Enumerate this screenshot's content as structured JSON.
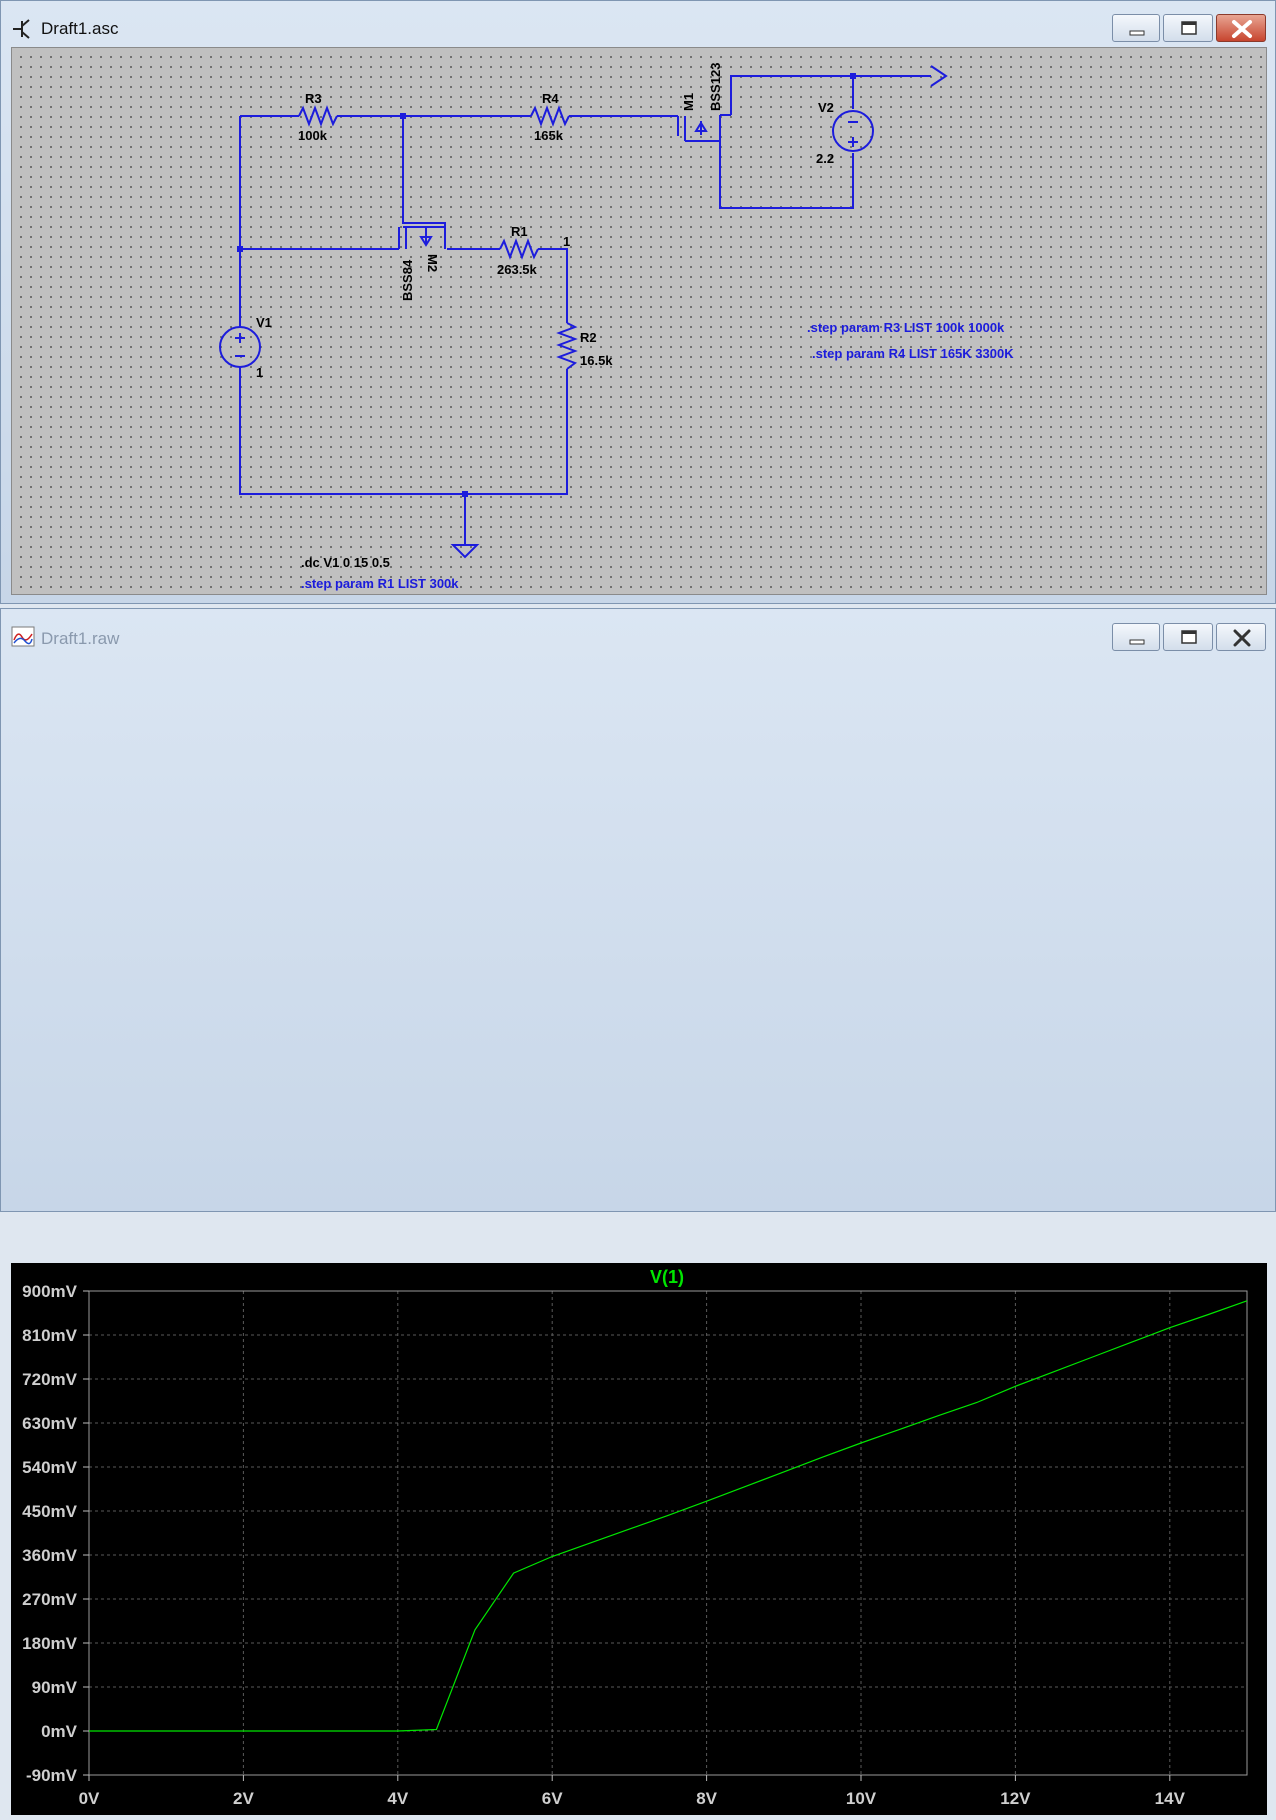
{
  "schematic_window": {
    "title": "Draft1.asc",
    "components": {
      "r3": {
        "name": "R3",
        "value": "100k"
      },
      "r4": {
        "name": "R4",
        "value": "165k"
      },
      "r1": {
        "name": "R1",
        "value": "263.5k"
      },
      "r2": {
        "name": "R2",
        "value": "16.5k"
      },
      "m1": {
        "name": "M1",
        "model": "BSS123"
      },
      "m2": {
        "name": "M2",
        "model": "BSS84"
      },
      "v1": {
        "name": "V1",
        "value": "1"
      },
      "v2": {
        "name": "V2",
        "value": "2.2"
      }
    },
    "net_label": "1",
    "directives": {
      "dc": ".dc V1 0 15 0.5",
      "step_r1": ".step param R1 LIST 300k",
      "step_r3": ".step param R3 LIST 100k 1000k",
      "step_r4": ".step param R4 LIST 165K 3300K"
    }
  },
  "plot_window": {
    "title": "Draft1.raw",
    "trace_label": "V(1)",
    "trace_color": "#00e600",
    "grid_color": "#5a5a5a"
  },
  "chart_data": {
    "type": "line",
    "title": "V(1)",
    "xlim": [
      0,
      15
    ],
    "ylim": [
      -90,
      900
    ],
    "x_ticks": [
      "0V",
      "2V",
      "4V",
      "6V",
      "8V",
      "10V",
      "12V",
      "14V"
    ],
    "x_tick_values": [
      0,
      2,
      4,
      6,
      8,
      10,
      12,
      14
    ],
    "y_ticks": [
      "900mV",
      "810mV",
      "720mV",
      "630mV",
      "540mV",
      "450mV",
      "360mV",
      "270mV",
      "180mV",
      "90mV",
      "0mV",
      "-90mV"
    ],
    "y_tick_values": [
      900,
      810,
      720,
      630,
      540,
      450,
      360,
      270,
      180,
      90,
      0,
      -90
    ],
    "grid": true,
    "series": [
      {
        "name": "V(1)",
        "x": [
          0,
          0.5,
          1,
          1.5,
          2,
          2.5,
          3,
          3.5,
          4,
          4.5,
          5,
          5.5,
          6,
          6.5,
          7,
          7.5,
          8,
          8.5,
          9,
          9.5,
          10,
          10.5,
          11,
          11.5,
          12,
          12.5,
          13,
          13.5,
          14,
          14.5,
          15
        ],
        "y": [
          0,
          0,
          0,
          0,
          0,
          0,
          0,
          0,
          0,
          3,
          207,
          323,
          357,
          385,
          413,
          441,
          470,
          500,
          530,
          560,
          589,
          617,
          645,
          672,
          705,
          735,
          765,
          795,
          825,
          852,
          880
        ]
      }
    ]
  }
}
